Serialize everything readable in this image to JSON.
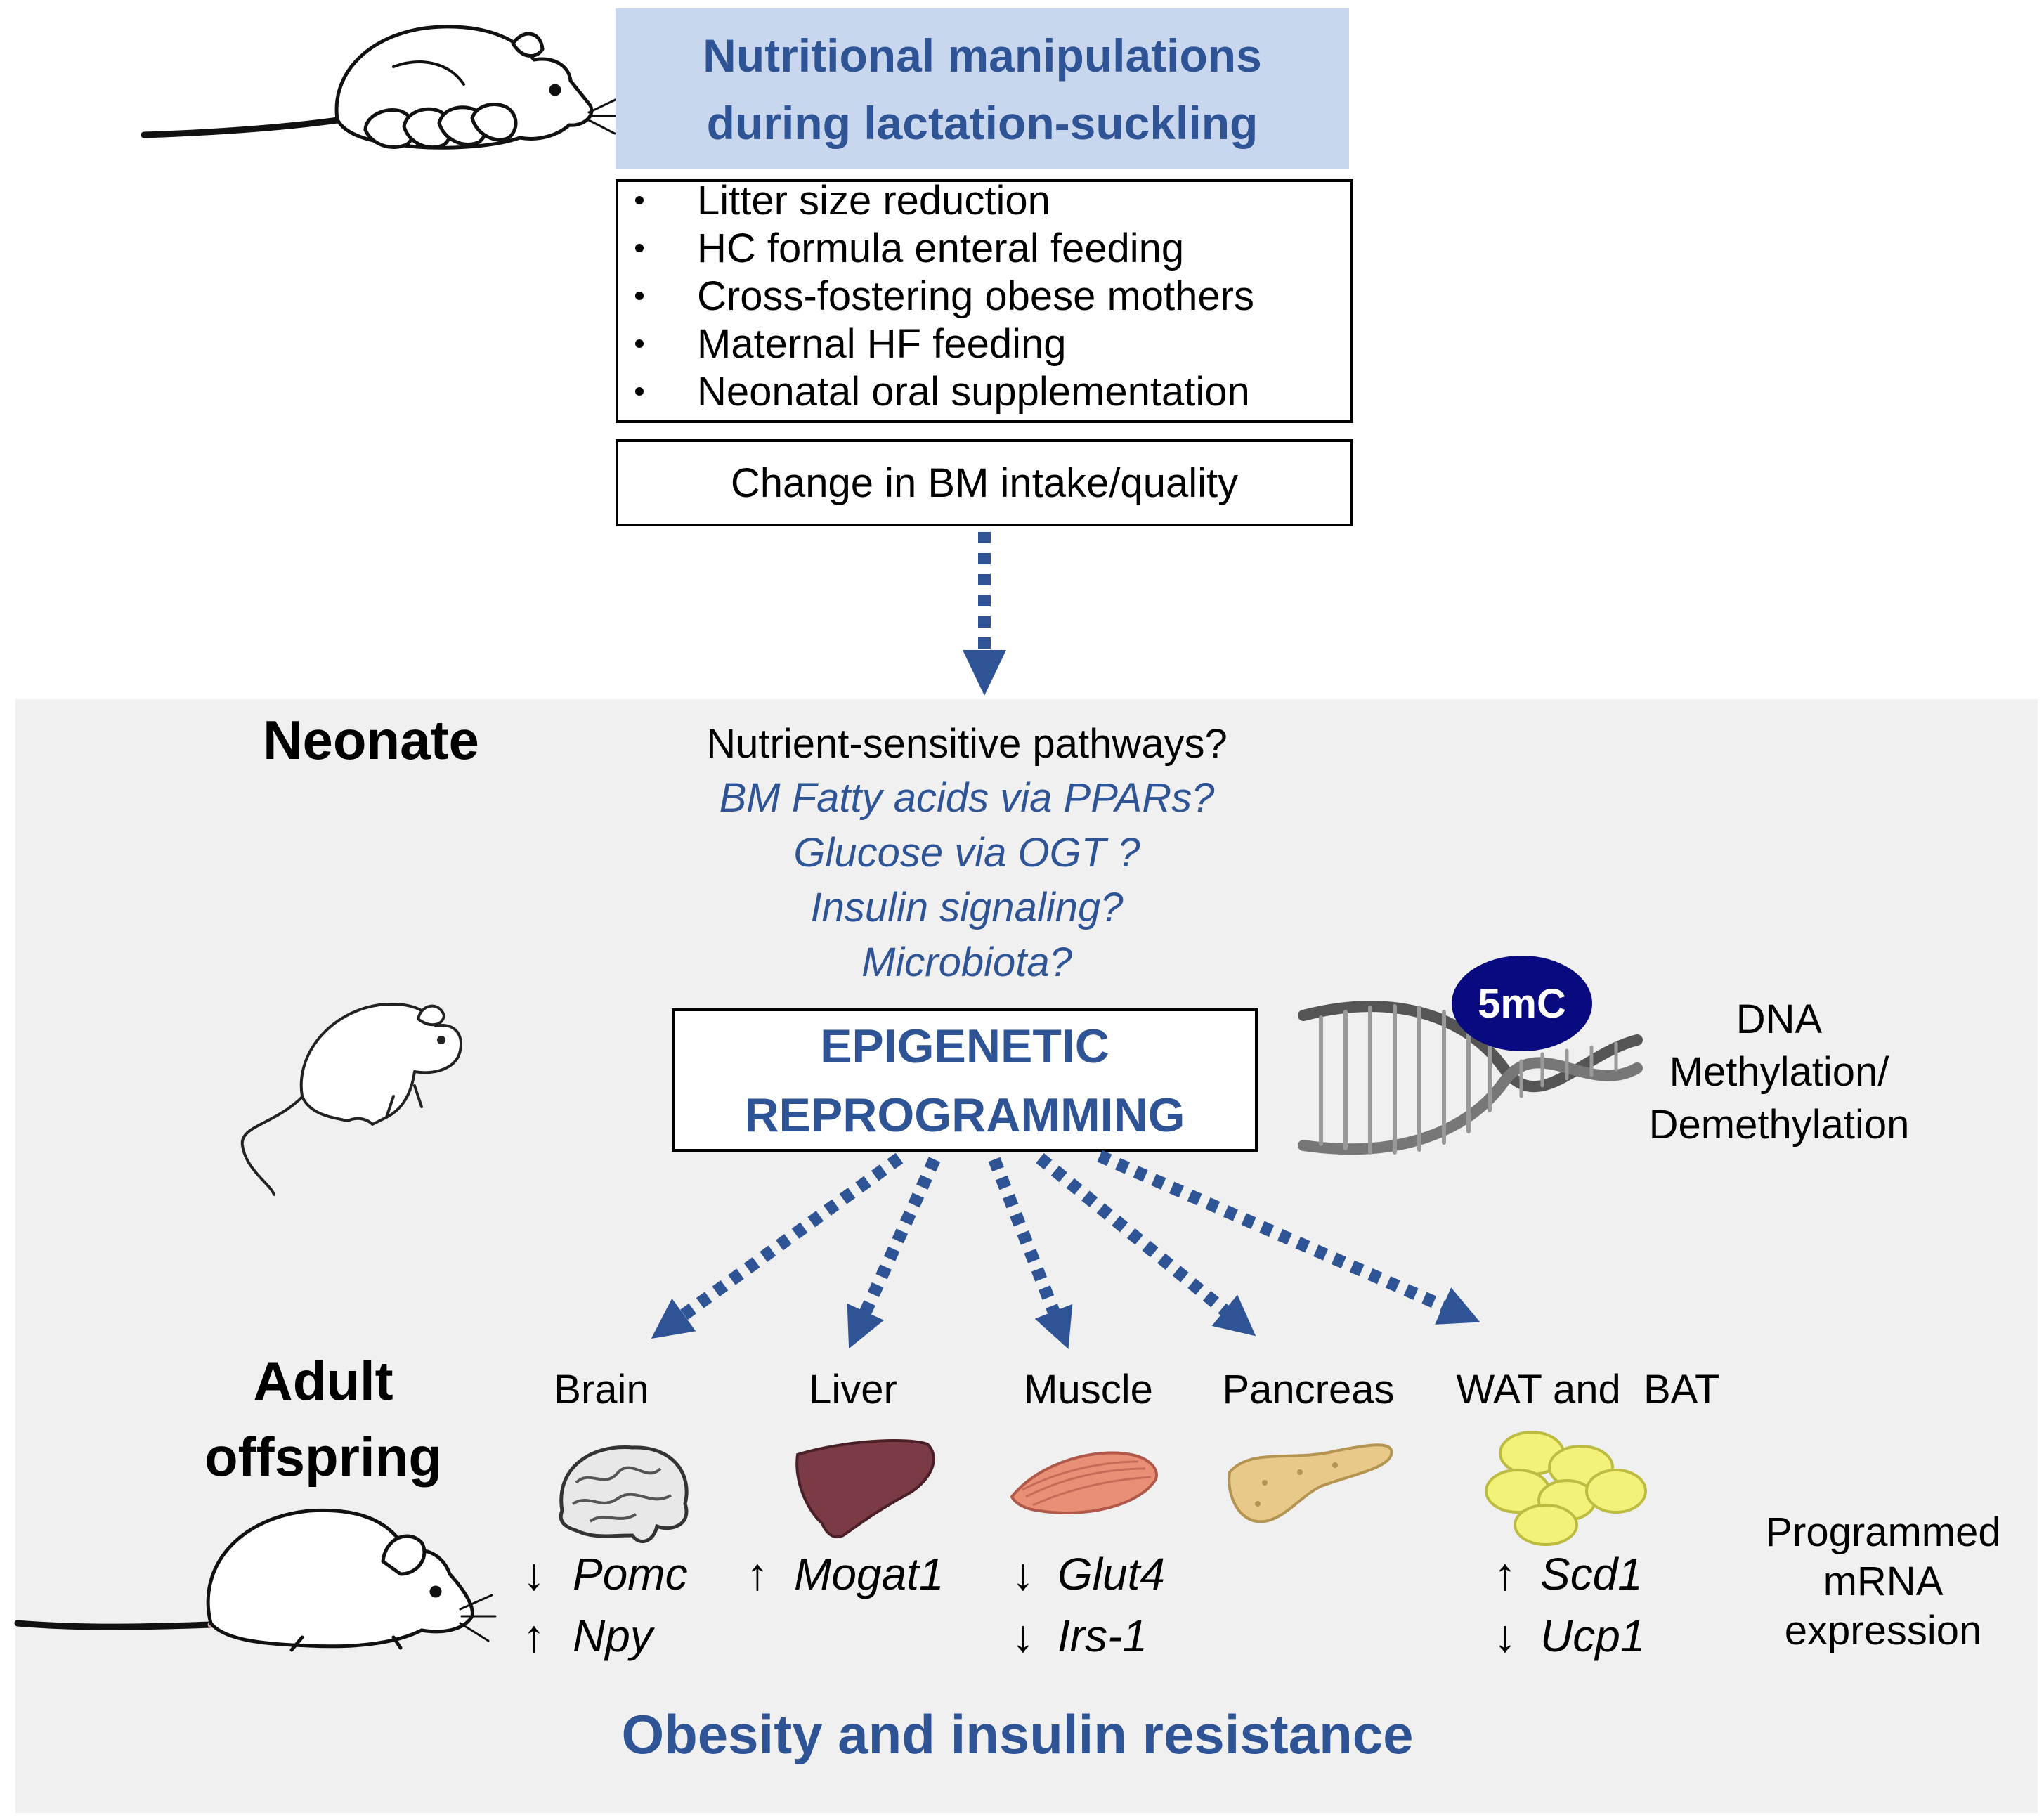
{
  "top": {
    "title_line1": "Nutritional manipulations",
    "title_line2": "during lactation-suckling",
    "manipulations": [
      "Litter size reduction",
      "HC formula enteral feeding",
      "Cross-fostering obese mothers",
      "Maternal HF feeding",
      "Neonatal oral supplementation"
    ],
    "change_label": "Change in BM intake/quality"
  },
  "neonate": {
    "stage_label": "Neonate",
    "pathways_heading": "Nutrient-sensitive pathways?",
    "pathways": [
      "BM Fatty acids via PPARs?",
      "Glucose via OGT ?",
      "Insulin signaling?",
      "Microbiota?"
    ],
    "box_line1": "EPIGENETIC",
    "box_line2": "REPROGRAMMING",
    "badge": "5mC",
    "dna_line1": "DNA",
    "dna_line2": "Methylation/",
    "dna_line3": "Demethylation"
  },
  "adult": {
    "stage_line1": "Adult",
    "stage_line2": "offspring",
    "organs": [
      {
        "name": "Brain",
        "genes": [
          {
            "arrow": "↓",
            "gene": "Pomc"
          },
          {
            "arrow": "↑",
            "gene": "Npy"
          }
        ]
      },
      {
        "name": "Liver",
        "genes": [
          {
            "arrow": "↑",
            "gene": "Mogat1"
          }
        ]
      },
      {
        "name": "Muscle",
        "genes": [
          {
            "arrow": "↓",
            "gene": "Glut4"
          },
          {
            "arrow": "↓",
            "gene": "Irs-1"
          }
        ]
      },
      {
        "name": "Pancreas",
        "genes": []
      },
      {
        "name": "WAT and  BAT",
        "genes": [
          {
            "arrow": "↑",
            "gene": "Scd1"
          },
          {
            "arrow": "↓",
            "gene": "Ucp1"
          }
        ]
      }
    ],
    "programmed_line1": "Programmed",
    "programmed_line2": "mRNA",
    "programmed_line3": "expression",
    "outcome": "Obesity and insulin resistance"
  },
  "colors": {
    "accent_blue": "#2f5496",
    "title_band": "#c9d7ee",
    "panel_gray": "#f0f0f0",
    "arrow_blue": "#2f5496",
    "badge_navy": "#0a0a80"
  }
}
